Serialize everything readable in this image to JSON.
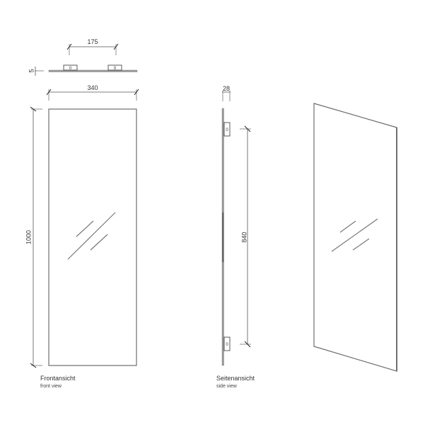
{
  "drawing": {
    "colors": {
      "outline": "#6e6e6e",
      "dim_line": "#555555",
      "text": "#333333",
      "background": "#ffffff"
    },
    "top_view": {
      "bracket_spacing_label": "175",
      "thickness_label": "5",
      "bracket_marks": [
        "0",
        "0"
      ]
    },
    "front_view": {
      "width_label": "340",
      "height_label": "1000",
      "title": "Frontansicht",
      "subtitle": "front view"
    },
    "side_view": {
      "depth_label": "28",
      "bracket_spacing_label": "840",
      "bracket_marks": [
        "0",
        "0"
      ],
      "title": "Seitenansicht",
      "subtitle": "side view"
    },
    "perspective_view": {
      "description": "mirror-perspective"
    }
  }
}
